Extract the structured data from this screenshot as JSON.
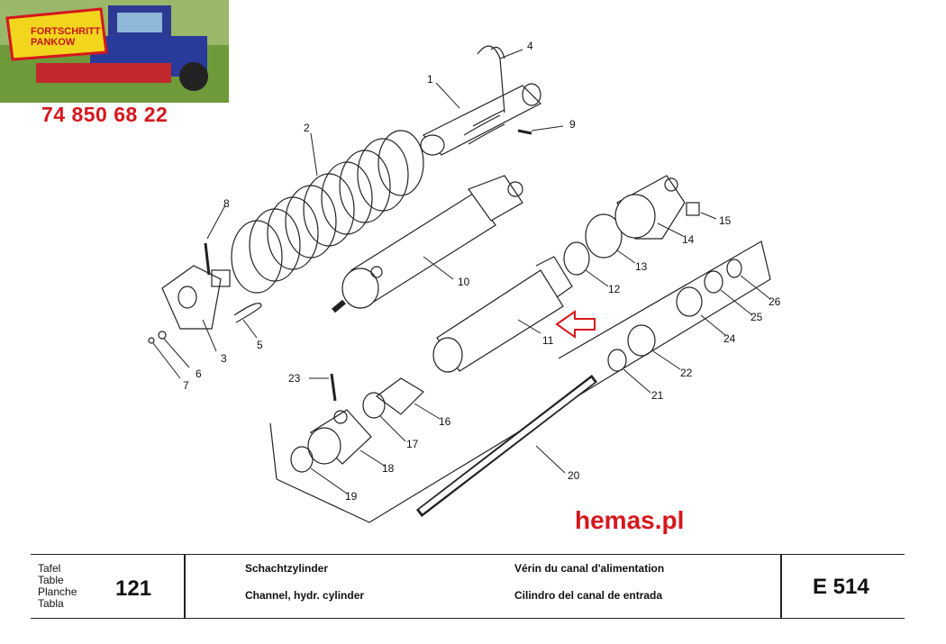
{
  "branding": {
    "logo_text_line1": "FORTSCHRITT",
    "logo_text_line2": "PANKOW",
    "phone": "74 850 68 22",
    "website": "hemas.pl",
    "accent_color": "#d5171d"
  },
  "diagram": {
    "part_labels": [
      "1",
      "2",
      "3",
      "4",
      "5",
      "6",
      "7",
      "8",
      "9",
      "10",
      "11",
      "12",
      "13",
      "14",
      "15",
      "16",
      "17",
      "18",
      "19",
      "20",
      "21",
      "22",
      "23",
      "24",
      "25",
      "26"
    ],
    "highlighted_part": "11"
  },
  "title_block": {
    "table_word_de": "Tafel",
    "table_word_en": "Table",
    "table_word_fr": "Planche",
    "table_word_es": "Tabla",
    "table_number": "121",
    "title_de": "Schachtzylinder",
    "title_en": "Channel, hydr. cylinder",
    "title_fr": "Vérin du canal d'alimentation",
    "title_es": "Cilindro del canal de entrada",
    "model": "E 514"
  }
}
